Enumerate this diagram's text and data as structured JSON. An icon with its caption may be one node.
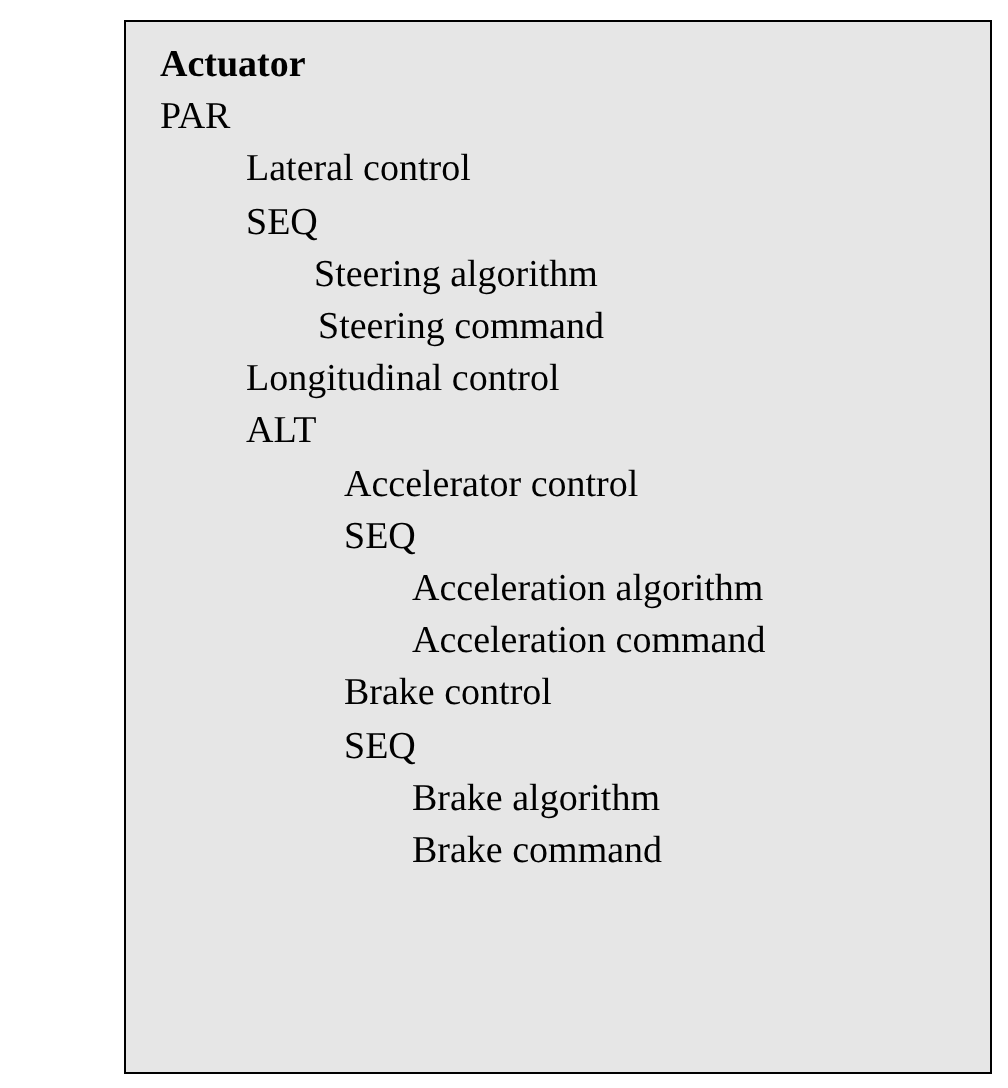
{
  "diagram": {
    "nodes": [
      {
        "text": [
          "Actuator",
          "PAR",
          "Lateral control",
          "SEQ",
          "Steering algorithm",
          "Steering command",
          "Longitudinal control",
          "ALT",
          "Accelerator control",
          "SEQ",
          "Acceleration algorithm",
          "Acceleration command",
          "Brake control",
          "SEQ",
          "Brake algorithm",
          "Brake command"
        ]
      }
    ]
  }
}
